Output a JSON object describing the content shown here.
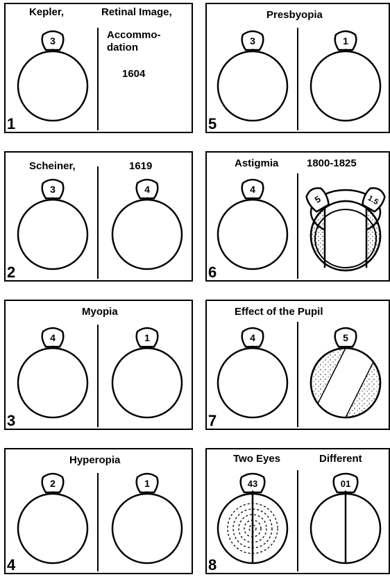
{
  "panels": [
    {
      "number": "1",
      "title_left": "Kepler,",
      "title_right": "Retinal Image,",
      "note_lines": [
        "Accommo-",
        "dation",
        "1604"
      ],
      "eyes": [
        {
          "lens_label": "3",
          "marker": "diamond"
        }
      ]
    },
    {
      "number": "2",
      "title_left": "Scheiner,",
      "title_right": "1619",
      "eyes": [
        {
          "lens_label": "3",
          "marker": "diamond"
        },
        {
          "lens_label": "4",
          "marker": "diamond"
        }
      ]
    },
    {
      "number": "3",
      "title": "Myopia",
      "eyes": [
        {
          "lens_label": "4",
          "marker": "diamond"
        },
        {
          "lens_label": "1",
          "marker": "dash"
        }
      ]
    },
    {
      "number": "4",
      "title": "Hyperopia",
      "eyes": [
        {
          "lens_label": "2",
          "marker": "diamond"
        },
        {
          "lens_label": "1",
          "marker": "diamond"
        }
      ]
    },
    {
      "number": "5",
      "title": "Presbyopia",
      "eyes": [
        {
          "lens_label": "3",
          "marker": "diamond"
        },
        {
          "lens_label": "1",
          "marker": "diamond"
        }
      ]
    },
    {
      "number": "6",
      "title_left": "Astigmia",
      "title_right": "1800-1825",
      "eyes": [
        {
          "lens_label": "4",
          "marker": "diamond"
        },
        {
          "lens_label_left": "5",
          "lens_label_right": "1.5",
          "style": "astigmatic"
        }
      ]
    },
    {
      "number": "7",
      "title": "Effect of the Pupil",
      "eyes": [
        {
          "lens_label": "4",
          "marker": "diamond"
        },
        {
          "lens_label": "5",
          "style": "pupil"
        }
      ]
    },
    {
      "number": "8",
      "title_left": "Two Eyes",
      "title_right": "Different",
      "eyes": [
        {
          "lens_label": "43",
          "marker": "diamond",
          "style": "rings"
        },
        {
          "lens_label": "01",
          "marker": "diamond",
          "style": "split"
        }
      ]
    }
  ]
}
